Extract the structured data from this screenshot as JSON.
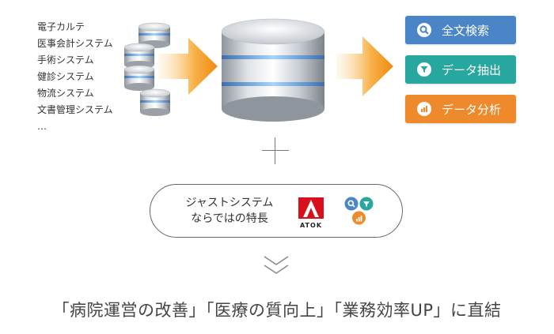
{
  "systems": [
    "電子カルテ",
    "医事会計システム",
    "手術システム",
    "健診システム",
    "物流システム",
    "文書管理システム",
    "…"
  ],
  "features": {
    "search": "全文検索",
    "extract": "データ抽出",
    "analyze": "データ分析"
  },
  "pill": {
    "line1": "ジャストシステム",
    "line2": "ならではの特長",
    "atok_label": "ATOK"
  },
  "tagline": "「病院運営の改善」「医療の質向上」「業務効率UP」に直結",
  "colors": {
    "search": "#4a86c7",
    "extract": "#28a79f",
    "analyze": "#ef8a2c",
    "atok_red": "#d7101c"
  }
}
